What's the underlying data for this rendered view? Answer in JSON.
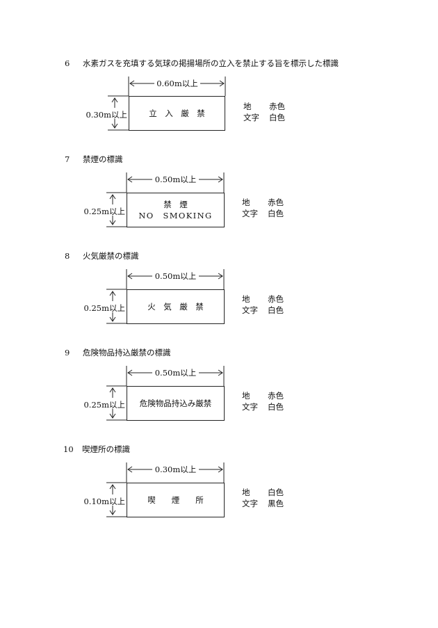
{
  "sections": [
    {
      "number": "6",
      "title": "水素ガスを充填する気球の掲揚場所の立入を禁止する旨を標示した標識",
      "width_label": "0.60m以上",
      "height_label": "0.30m以上",
      "sign_lines": [
        "立　入　厳　禁"
      ],
      "legend": [
        {
          "key": "地",
          "value": "赤色"
        },
        {
          "key": "文字",
          "value": "白色"
        }
      ]
    },
    {
      "number": "7",
      "title": "禁煙の標識",
      "width_label": "0.50m以上",
      "height_label": "0.25m以上",
      "sign_lines": [
        "禁　煙",
        "NO　SMOKING"
      ],
      "legend": [
        {
          "key": "地",
          "value": "赤色"
        },
        {
          "key": "文字",
          "value": "白色"
        }
      ]
    },
    {
      "number": "8",
      "title": "火気厳禁の標識",
      "width_label": "0.50m以上",
      "height_label": "0.25m以上",
      "sign_lines": [
        "火　気　厳　禁"
      ],
      "legend": [
        {
          "key": "地",
          "value": "赤色"
        },
        {
          "key": "文字",
          "value": "白色"
        }
      ]
    },
    {
      "number": "9",
      "title": "危険物品持込厳禁の標識",
      "width_label": "0.50m以上",
      "height_label": "0.25m以上",
      "sign_lines": [
        "危険物品持込み厳禁"
      ],
      "legend": [
        {
          "key": "地",
          "value": "赤色"
        },
        {
          "key": "文字",
          "value": "白色"
        }
      ]
    },
    {
      "number": "10",
      "title": "喫煙所の標識",
      "width_label": "0.30m以上",
      "height_label": "0.10m以上",
      "sign_lines": [
        "喫　　煙　　所"
      ],
      "legend": [
        {
          "key": "地",
          "value": "白色"
        },
        {
          "key": "文字",
          "value": "黒色"
        }
      ]
    }
  ]
}
